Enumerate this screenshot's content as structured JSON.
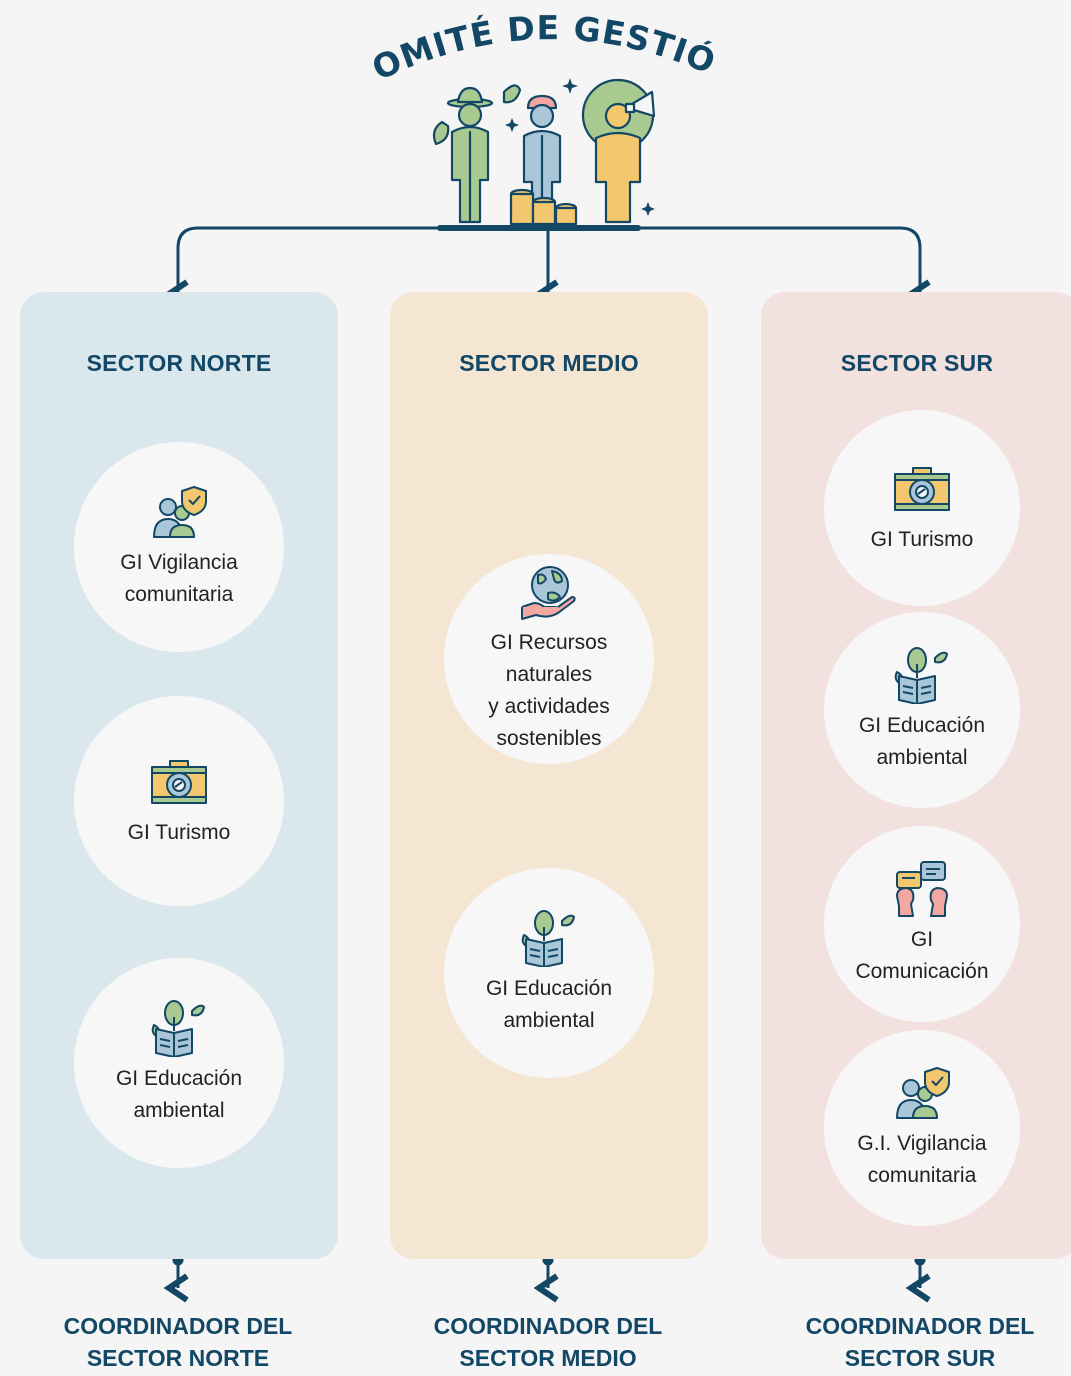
{
  "header": {
    "title": "COMITÉ DE GESTIÓN"
  },
  "sectors": [
    {
      "title": "SECTOR NORTE",
      "groups": [
        {
          "label": "GI Vigilancia\ncomunitaria",
          "icon": "community-watch-icon"
        },
        {
          "label": "GI Turismo",
          "icon": "camera-icon"
        },
        {
          "label": "GI Educación\nambiental",
          "icon": "environmental-education-icon"
        }
      ],
      "coordinator": "COORDINADOR DEL\nSECTOR NORTE"
    },
    {
      "title": "SECTOR MEDIO",
      "groups": [
        {
          "label": "GI Recursos\nnaturales\ny actividades\nsostenibles",
          "icon": "earth-in-hand-icon"
        },
        {
          "label": "GI Educación\nambiental",
          "icon": "environmental-education-icon"
        }
      ],
      "coordinator": "COORDINADOR DEL\nSECTOR MEDIO"
    },
    {
      "title": "SECTOR SUR",
      "groups": [
        {
          "label": "GI Turismo",
          "icon": "camera-icon"
        },
        {
          "label": "GI Educación\nambiental",
          "icon": "environmental-education-icon"
        },
        {
          "label": "GI\nComunicación",
          "icon": "communication-icon"
        },
        {
          "label": "G.I. Vigilancia\ncomunitaria",
          "icon": "community-watch-icon"
        }
      ],
      "coordinator": "COORDINADOR DEL\nSECTOR SUR"
    }
  ],
  "colors": {
    "navy": "#124766",
    "panel_norte": "#dae8ee",
    "panel_medio": "#f4e6d2",
    "panel_sur": "#f3e1df",
    "icon_green": "#a8c98f",
    "icon_blue": "#a9c7d9",
    "icon_yellow": "#f2c76e",
    "icon_pink": "#f2a8a0"
  }
}
